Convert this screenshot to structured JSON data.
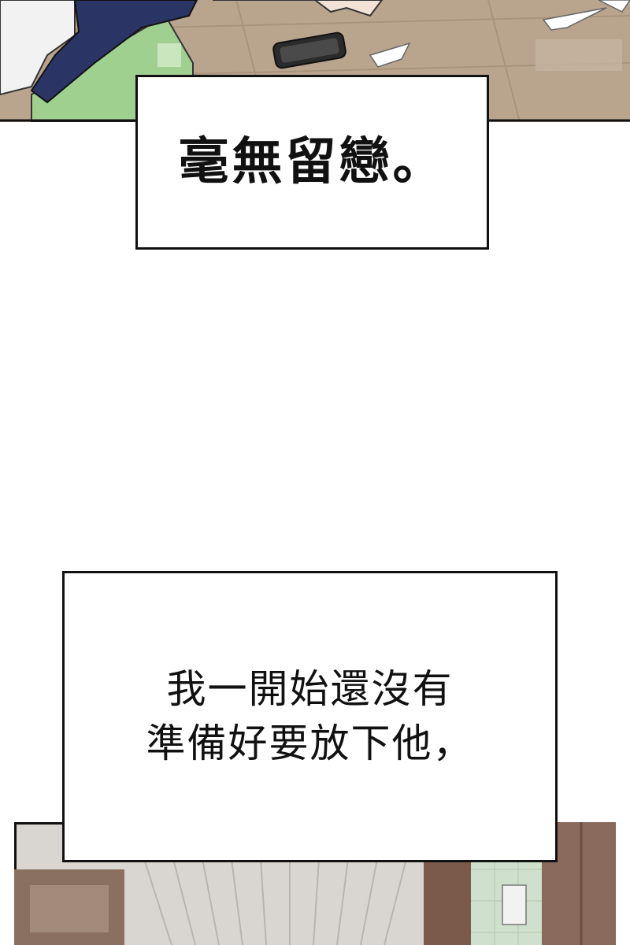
{
  "captions": [
    {
      "lines": [
        "毫無留戀。"
      ]
    },
    {
      "lines": [
        "我一開始還沒有",
        "準備好要放下他，"
      ]
    }
  ],
  "colors": {
    "floor": "#b9a58e",
    "floor_dark": "#a8937b",
    "blanket": "#2a3566",
    "green_box": "#9fd08f",
    "caption_border": "#111111",
    "room_wall": "#d9d6d2",
    "wood": "#7b5a4c"
  },
  "icons": [
    "phone-icon"
  ]
}
